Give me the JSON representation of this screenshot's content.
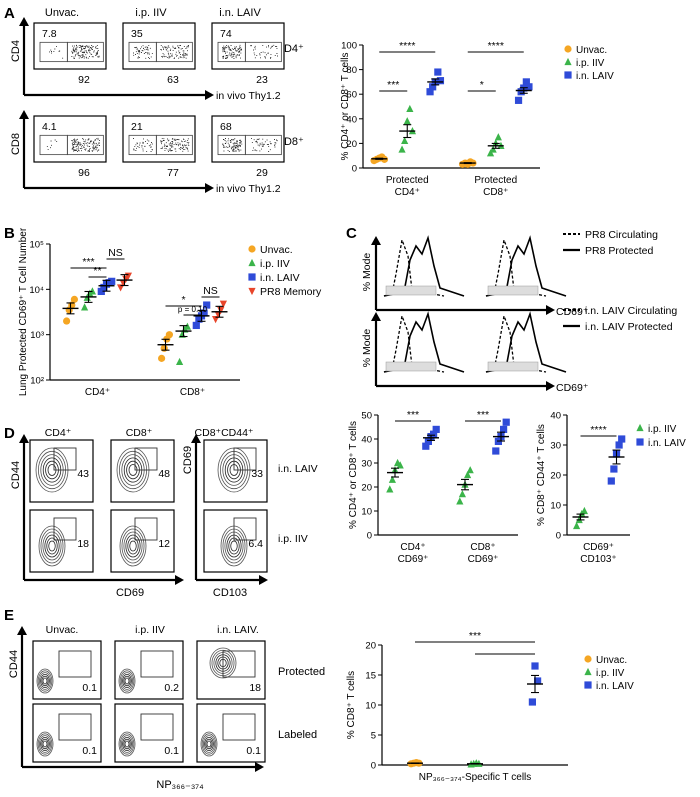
{
  "panels": {
    "A": {
      "letter": "A",
      "flow_cols": [
        "Unvac.",
        "i.p. IIV",
        "i.n. LAIV"
      ],
      "rows": [
        {
          "ylabel": "CD4",
          "pop": "CD4⁺",
          "gates": [
            [
              "7.8",
              "92"
            ],
            [
              "35",
              "63"
            ],
            [
              "74",
              "23"
            ]
          ]
        },
        {
          "ylabel": "CD8",
          "pop": "CD8⁺",
          "gates": [
            [
              "4.1",
              "96"
            ],
            [
              "21",
              "77"
            ],
            [
              "68",
              "29"
            ]
          ]
        }
      ],
      "xlabel": "in vivo Thy1.2"
    },
    "B": {
      "letter": "B"
    },
    "C": {
      "letter": "C",
      "ylabel": "% Mode",
      "xlabel": "CD69⁺",
      "top_legend": [
        "PR8 Circulating",
        "PR8 Protected"
      ],
      "bottom_legend": [
        "i.n. LAIV Circulating",
        "i.n. LAIV Protected"
      ]
    },
    "D": {
      "letter": "D",
      "cols": [
        "CD4⁺",
        "CD8⁺",
        "CD8⁺CD44⁺"
      ],
      "ylabels": [
        "CD44",
        "CD69"
      ],
      "xlabels": [
        "CD69",
        "CD103"
      ],
      "rows": [
        {
          "label": "i.n. LAIV",
          "values": [
            "43",
            "48",
            "33"
          ]
        },
        {
          "label": "i.p. IIV",
          "values": [
            "18",
            "12",
            "6.4"
          ]
        }
      ]
    },
    "E": {
      "letter": "E",
      "cols": [
        "Unvac.",
        "i.p. IIV",
        "i.n. LAIV."
      ],
      "ylabel": "CD44",
      "xlabel": "NP₃₆₆₋₃₇₄",
      "rows": [
        {
          "label": "Protected",
          "values": [
            "0.1",
            "0.2",
            "18"
          ]
        },
        {
          "label": "Labeled",
          "values": [
            "0.1",
            "0.1",
            "0.1"
          ]
        }
      ]
    }
  },
  "colors": {
    "unvac": "#f5a623",
    "ipiiv": "#3bb44a",
    "inlaiv": "#2f4bd8",
    "pr8": "#e8452a"
  },
  "chart_data": [
    {
      "id": "A",
      "type": "scatter",
      "ylabel": "% CD4⁺ or CD8⁺ T cells",
      "ylim": [
        0,
        100
      ],
      "yticks": [
        "0",
        "20",
        "40",
        "60",
        "80",
        "100"
      ],
      "categories": [
        "Protected CD4⁺",
        "Protected CD8⁺"
      ],
      "legend": [
        "Unvac.",
        "i.p. IIV",
        "i.n. LAIV"
      ],
      "series": [
        {
          "name": "Unvac.",
          "values": [
            [
              6,
              7,
              8,
              9,
              7
            ],
            [
              3,
              4,
              3,
              5,
              4
            ]
          ],
          "means": [
            7.5,
            4
          ]
        },
        {
          "name": "i.p. IIV",
          "values": [
            [
              15,
              22,
              38,
              48,
              30
            ],
            [
              12,
              15,
              20,
              25,
              18
            ]
          ],
          "means": [
            30,
            18
          ]
        },
        {
          "name": "i.n. LAIV",
          "values": [
            [
              62,
              66,
              70,
              78,
              71
            ],
            [
              55,
              62,
              65,
              70,
              66
            ]
          ],
          "means": [
            70,
            63
          ]
        }
      ],
      "sig": [
        {
          "label": "****",
          "group": 0,
          "span": [
            0,
            2
          ]
        },
        {
          "label": "***",
          "group": 0,
          "span": [
            0,
            1
          ]
        },
        {
          "label": "****",
          "group": 1,
          "span": [
            0,
            2
          ]
        },
        {
          "label": "*",
          "group": 1,
          "span": [
            0,
            1
          ]
        }
      ]
    },
    {
      "id": "B",
      "type": "scatter",
      "ylabel": "Lung Protected CD69⁺ T Cell Number",
      "yscale": "log",
      "ylim": [
        100,
        100000
      ],
      "yticks": [
        "10²",
        "10³",
        "10⁴",
        "10⁵"
      ],
      "categories": [
        "CD4⁺",
        "CD8⁺"
      ],
      "legend": [
        "Unvac.",
        "i.p. IIV",
        "i.n. LAIV",
        "PR8 Memory"
      ],
      "series": [
        {
          "name": "Unvac.",
          "values": [
            [
              2000,
              3500,
              4500,
              6000
            ],
            [
              300,
              500,
              800,
              1000
            ]
          ],
          "means": [
            3800,
            600
          ]
        },
        {
          "name": "i.p. IIV",
          "values": [
            [
              4000,
              6500,
              8000,
              9000
            ],
            [
              250,
              1000,
              1300,
              1500
            ]
          ],
          "means": [
            6800,
            1200
          ]
        },
        {
          "name": "i.n. LAIV",
          "values": [
            [
              9000,
              11000,
              13000,
              14000,
              15000
            ],
            [
              1600,
              2200,
              2600,
              3000,
              4500
            ]
          ],
          "means": [
            12000,
            2600
          ]
        },
        {
          "name": "PR8 Memory",
          "values": [
            [
              11000,
              14000,
              17000,
              20000
            ],
            [
              2200,
              2800,
              3500,
              4800
            ]
          ],
          "means": [
            16000,
            3200
          ]
        }
      ],
      "sig": [
        {
          "label": "***",
          "group": 0,
          "span": [
            0,
            2
          ],
          "level": 2
        },
        {
          "label": "**",
          "group": 0,
          "span": [
            1,
            2
          ],
          "level": 1
        },
        {
          "label": "NS",
          "group": 0,
          "span": [
            2,
            3
          ],
          "level": 3
        },
        {
          "label": "*",
          "group": 1,
          "span": [
            0,
            2
          ],
          "level": 2
        },
        {
          "label": "p = 0.10",
          "group": 1,
          "span": [
            1,
            2
          ],
          "level": 1
        },
        {
          "label": "NS",
          "group": 1,
          "span": [
            2,
            3
          ],
          "level": 3
        }
      ]
    },
    {
      "id": "D1",
      "type": "scatter",
      "ylabel": "% CD4⁺ or CD8⁺ T cells",
      "ylim": [
        0,
        50
      ],
      "yticks": [
        "0",
        "10",
        "20",
        "30",
        "40",
        "50"
      ],
      "categories": [
        "CD4⁺ CD69⁺",
        "CD8⁺ CD69⁺"
      ],
      "series": [
        {
          "name": "i.p. IIV",
          "values": [
            [
              19,
              23,
              27,
              30,
              29
            ],
            [
              14,
              17,
              21,
              25,
              27
            ]
          ],
          "means": [
            26,
            21
          ]
        },
        {
          "name": "i.n. LAIV",
          "values": [
            [
              37,
              39,
              41,
              42,
              44
            ],
            [
              35,
              39,
              41,
              44,
              47
            ]
          ],
          "means": [
            40.5,
            41
          ]
        }
      ],
      "sig": [
        {
          "label": "***",
          "group": 0,
          "span": [
            0,
            1
          ]
        },
        {
          "label": "***",
          "group": 1,
          "span": [
            0,
            1
          ]
        }
      ]
    },
    {
      "id": "D2",
      "type": "scatter",
      "ylabel": "% CD8⁺ CD44⁺ T cells",
      "ylim": [
        0,
        40
      ],
      "yticks": [
        "0",
        "10",
        "20",
        "30",
        "40"
      ],
      "categories": [
        "CD69⁺ CD103⁺"
      ],
      "legend": [
        "i.p. IIV",
        "i.n. LAIV"
      ],
      "series": [
        {
          "name": "i.p. IIV",
          "values": [
            [
              3,
              5,
              7,
              8
            ]
          ],
          "means": [
            6
          ]
        },
        {
          "name": "i.n. LAIV",
          "values": [
            [
              18,
              22,
              27,
              30,
              32
            ]
          ],
          "means": [
            26
          ]
        }
      ],
      "sig": [
        {
          "label": "****",
          "group": 0,
          "span": [
            0,
            1
          ]
        }
      ]
    },
    {
      "id": "E",
      "type": "scatter",
      "ylabel": "% CD8⁺ T cells",
      "ylim": [
        0,
        20
      ],
      "yticks": [
        "0",
        "5",
        "10",
        "15",
        "20"
      ],
      "categories": [
        "NP₃₆₆₋₃₇₄-Specific T cells"
      ],
      "legend": [
        "Unvac.",
        "i.p. IIV",
        "i.n. LAIV"
      ],
      "series": [
        {
          "name": "Unvac.",
          "values": [
            [
              0.2,
              0.3,
              0.4,
              0.3
            ]
          ],
          "means": [
            0.3
          ]
        },
        {
          "name": "i.p. IIV",
          "values": [
            [
              0.1,
              0.2,
              0.3,
              0.2
            ]
          ],
          "means": [
            0.2
          ]
        },
        {
          "name": "i.n. LAIV",
          "values": [
            [
              10.5,
              16.5,
              14
            ]
          ],
          "means": [
            13.5
          ]
        }
      ],
      "sig": [
        {
          "label": "***",
          "group": 0,
          "span": [
            0,
            2
          ]
        }
      ]
    }
  ]
}
